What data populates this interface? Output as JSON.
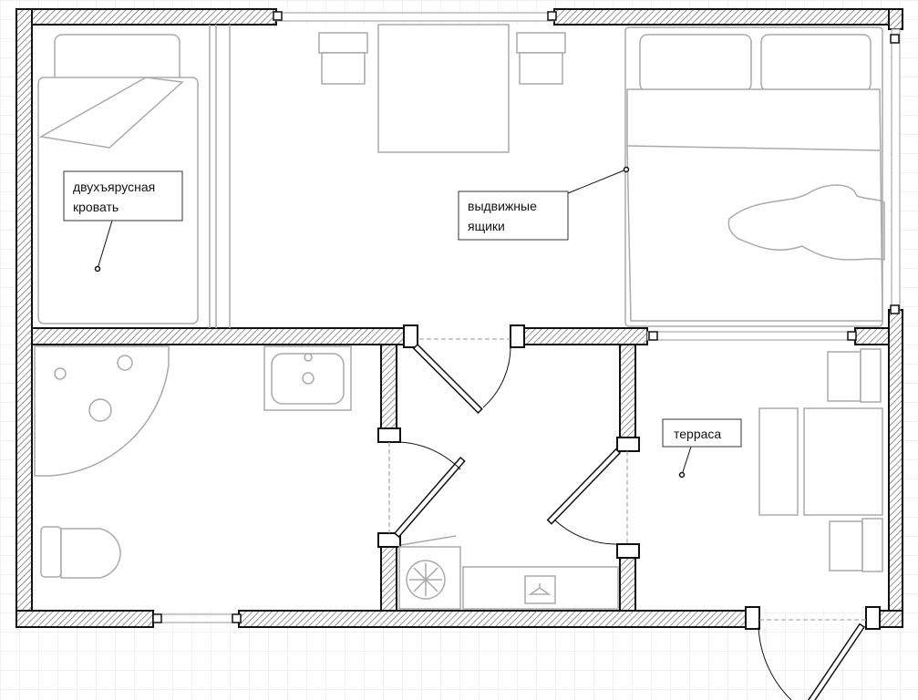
{
  "title": "Floor plan",
  "labels": {
    "bunk_bed": [
      "двухъярусная",
      "кровать"
    ],
    "drawers": [
      "выдвижные",
      "ящики"
    ],
    "terrace": "терраса"
  },
  "colors": {
    "wall": "#111111",
    "furniture": "#aaaaaa",
    "grid": "#e6e6e6"
  }
}
